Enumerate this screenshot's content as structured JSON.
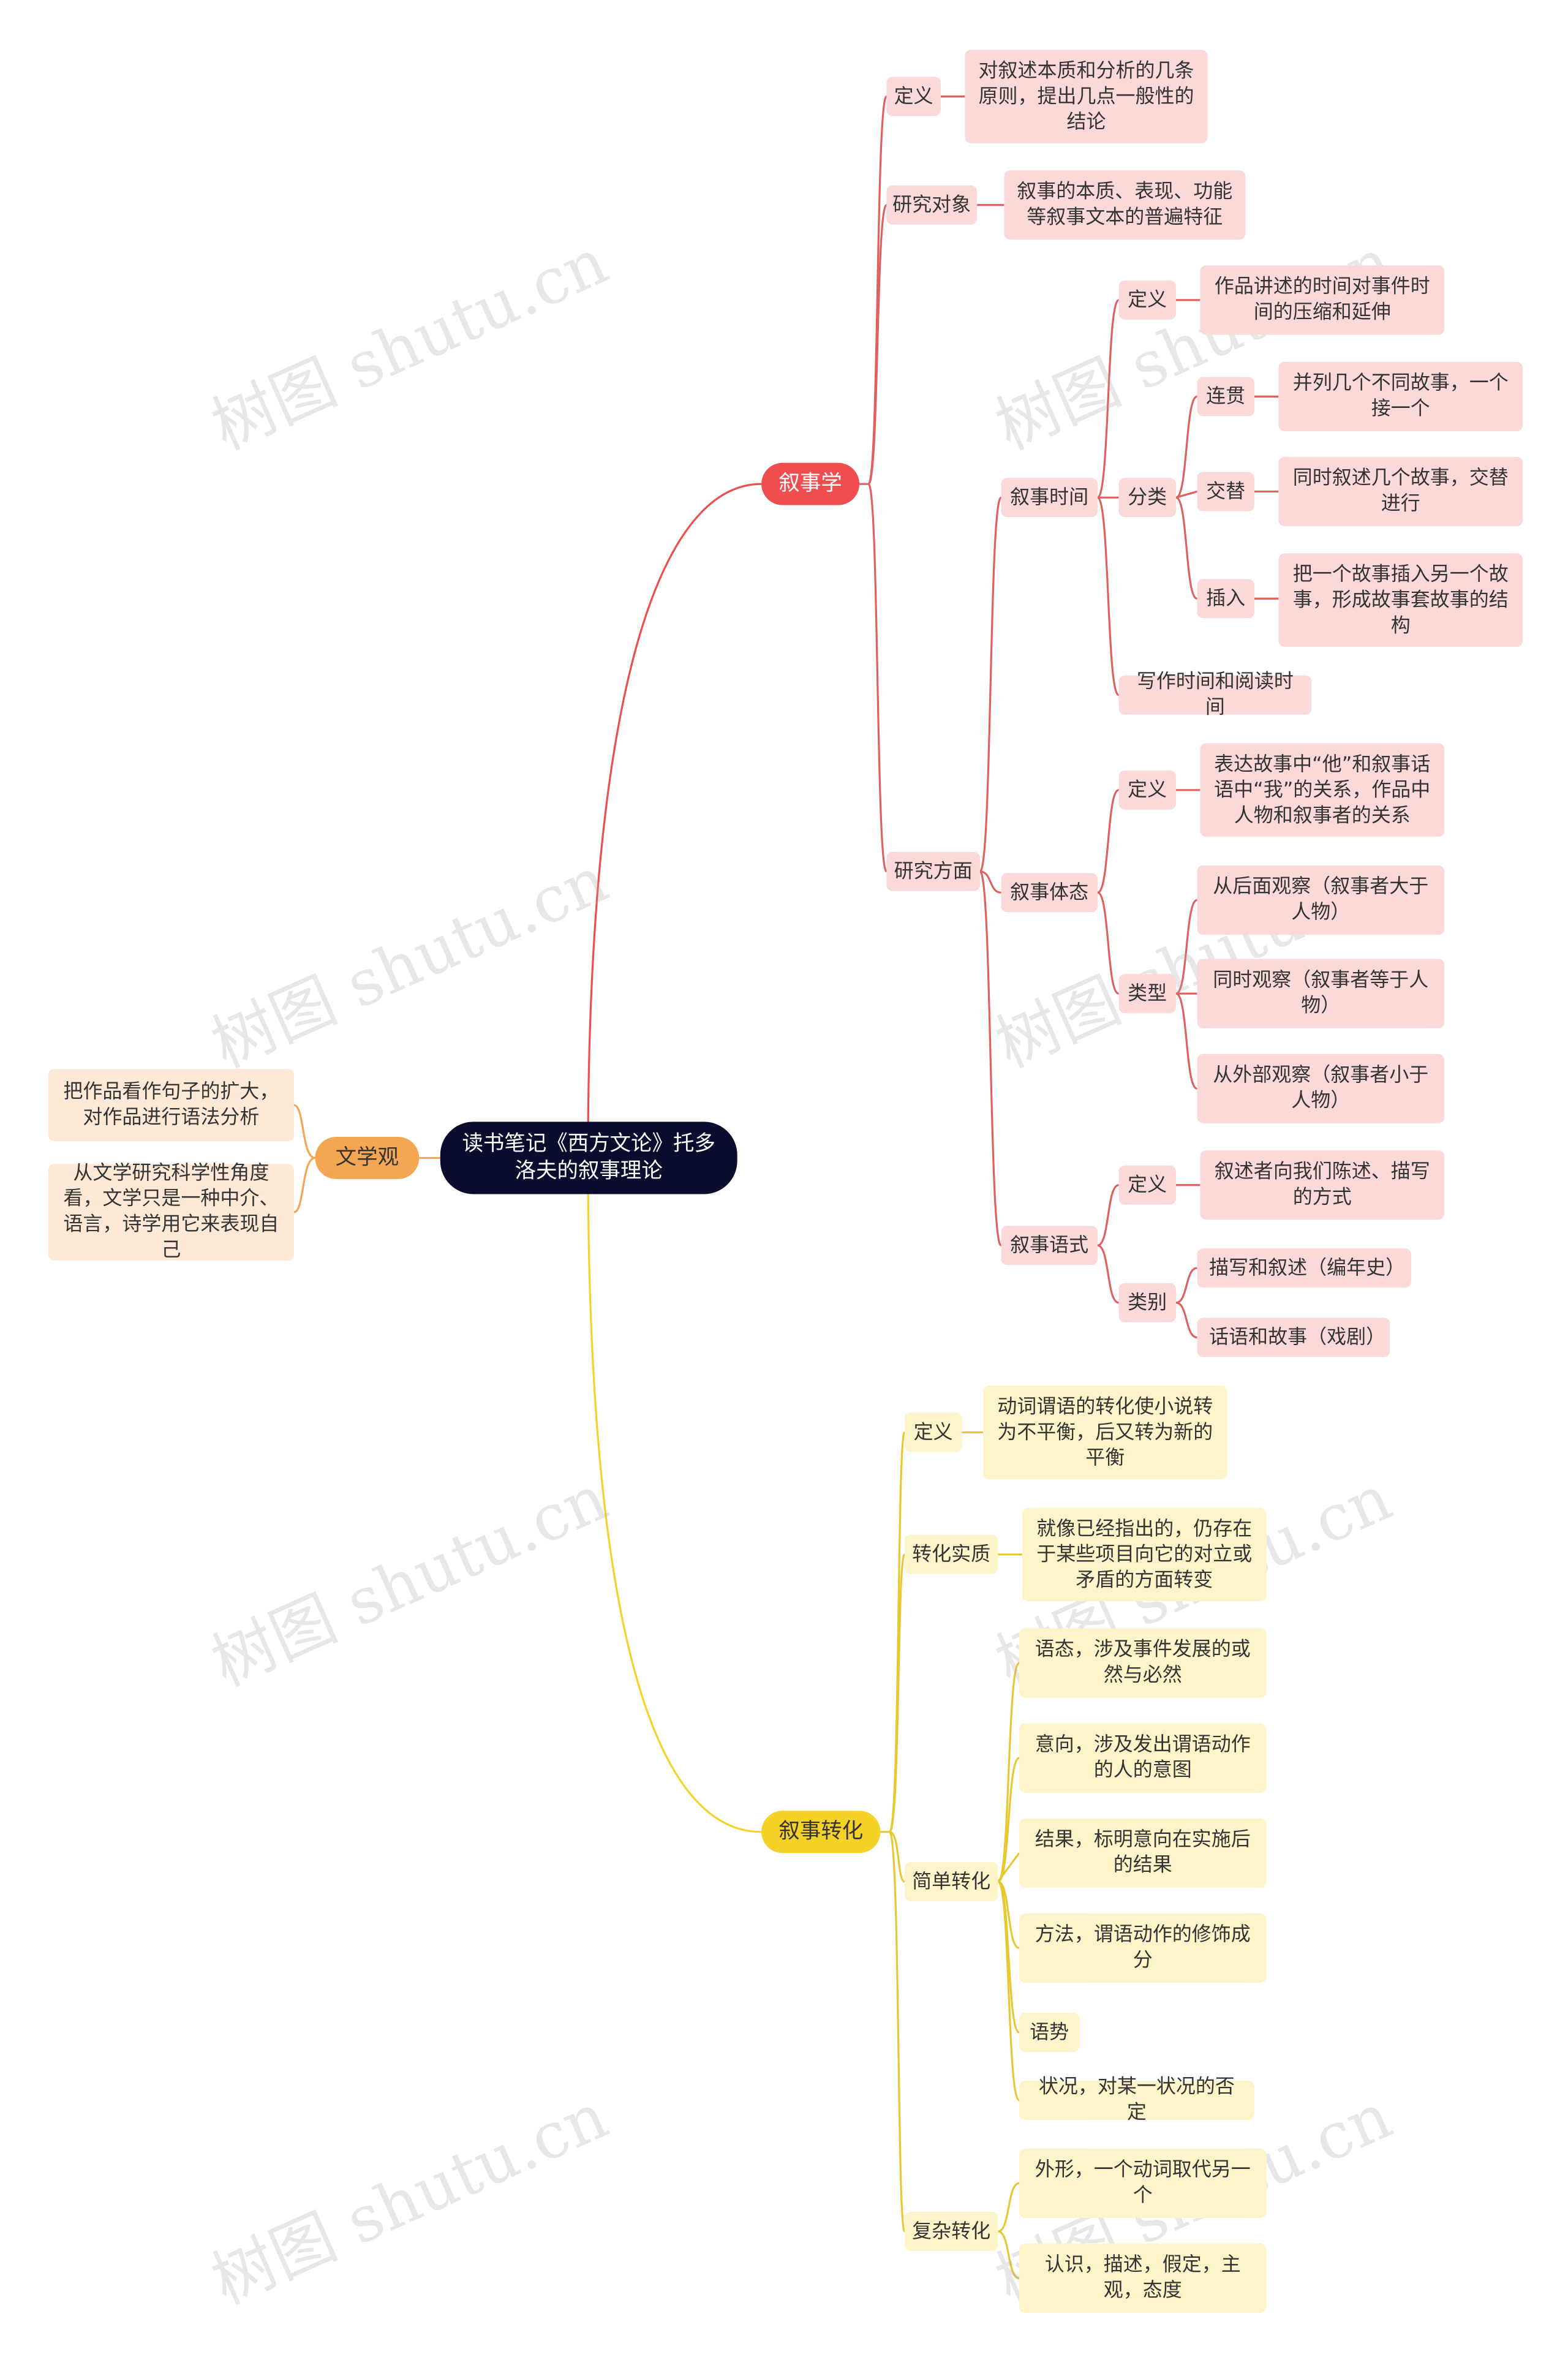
{
  "root": "读书笔记《西方文论》托多洛夫的叙事理论",
  "watermark": "树图 shutu.cn",
  "colors": {
    "root": "#0b0d2e",
    "narratology": "#f04e4e",
    "transform": "#f5d227",
    "literature": "#f4a653"
  },
  "narratology": {
    "label": "叙事学",
    "definition": {
      "label": "定义",
      "text": "对叙述本质和分析的几条原则，提出几点一般性的结论"
    },
    "object": {
      "label": "研究对象",
      "text": "叙事的本质、表现、功能等叙事文本的普遍特征"
    },
    "aspects": {
      "label": "研究方面",
      "time": {
        "label": "叙事时间",
        "definition": {
          "label": "定义",
          "text": "作品讲述的时间对事件时间的压缩和延伸"
        },
        "classes": {
          "label": "分类",
          "items": [
            {
              "label": "连贯",
              "text": "并列几个不同故事，一个接一个"
            },
            {
              "label": "交替",
              "text": "同时叙述几个故事，交替进行"
            },
            {
              "label": "插入",
              "text": "把一个故事插入另一个故事，形成故事套故事的结构"
            }
          ]
        },
        "writing": "写作时间和阅读时间"
      },
      "aspect": {
        "label": "叙事体态",
        "definition": {
          "label": "定义",
          "text": "表达故事中“他”和叙事话语中“我”的关系，作品中人物和叙事者的关系"
        },
        "types": {
          "label": "类型",
          "items": [
            "从后面观察（叙事者大于人物）",
            "同时观察（叙事者等于人物）",
            "从外部观察（叙事者小于人物）"
          ]
        }
      },
      "mode": {
        "label": "叙事语式",
        "definition": {
          "label": "定义",
          "text": "叙述者向我们陈述、描写的方式"
        },
        "kinds": {
          "label": "类别",
          "items": [
            "描写和叙述（编年史）",
            "话语和故事（戏剧）"
          ]
        }
      }
    }
  },
  "transform": {
    "label": "叙事转化",
    "definition": {
      "label": "定义",
      "text": "动词谓语的转化使小说转为不平衡，后又转为新的平衡"
    },
    "essence": {
      "label": "转化实质",
      "text": "就像已经指出的，仍存在于某些项目向它的对立或矛盾的方面转变"
    },
    "simple": {
      "label": "简单转化",
      "items": [
        "语态，涉及事件发展的或然与必然",
        "意向，涉及发出谓语动作的人的意图",
        "结果，标明意向在实施后的结果",
        "方法，谓语动作的修饰成分",
        "语势",
        "状况，对某一状况的否定"
      ]
    },
    "complex": {
      "label": "复杂转化",
      "items": [
        "外形，一个动词取代另一个",
        "认识，描述，假定，主观，态度"
      ]
    }
  },
  "literature": {
    "label": "文学观",
    "items": [
      "把作品看作句子的扩大，对作品进行语法分析",
      "从文学研究科学性角度看，文学只是一种中介、语言，诗学用它来表现自己"
    ]
  }
}
